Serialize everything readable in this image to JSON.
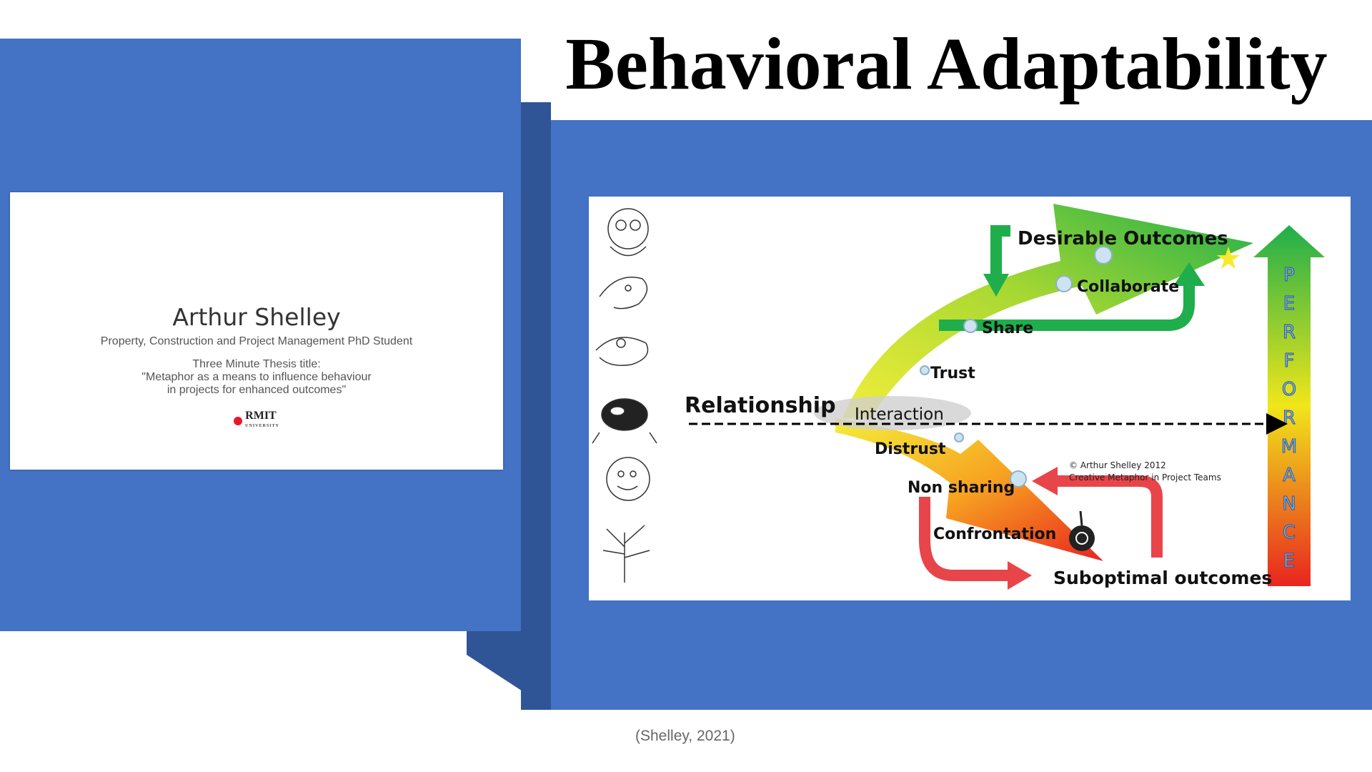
{
  "slide": {
    "title": "Behavioral Adaptability",
    "citation": "(Shelley, 2021)"
  },
  "thesis_card": {
    "name": "Arthur Shelley",
    "role": "Property, Construction and Project Management PhD Student",
    "thesis_heading": "Three Minute Thesis title:",
    "thesis_line1": "\"Metaphor as a means to influence behaviour",
    "thesis_line2": "in projects for enhanced outcomes\"",
    "logo_text": "RMIT",
    "logo_subtext": "UNIVERSITY"
  },
  "diagram": {
    "desirable": "Desirable Outcomes",
    "collaborate": "Collaborate",
    "share": "Share",
    "trust": "Trust",
    "relationship": "Relationship",
    "interaction": "Interaction",
    "distrust": "Distrust",
    "non_sharing": "Non sharing",
    "confrontation": "Confrontation",
    "suboptimal": "Suboptimal outcomes",
    "copyright1": "© Arthur Shelley 2012",
    "copyright2": "Creative Metaphor in Project Teams",
    "performance_letters": [
      "P",
      "E",
      "R",
      "F",
      "O",
      "R",
      "M",
      "A",
      "N",
      "C",
      "E"
    ]
  },
  "colors": {
    "slide_blue": "#4472c4",
    "slide_blue_dark": "#2f5597",
    "green_arrow": "#1fae4b",
    "red_arrow": "#e8454a"
  }
}
